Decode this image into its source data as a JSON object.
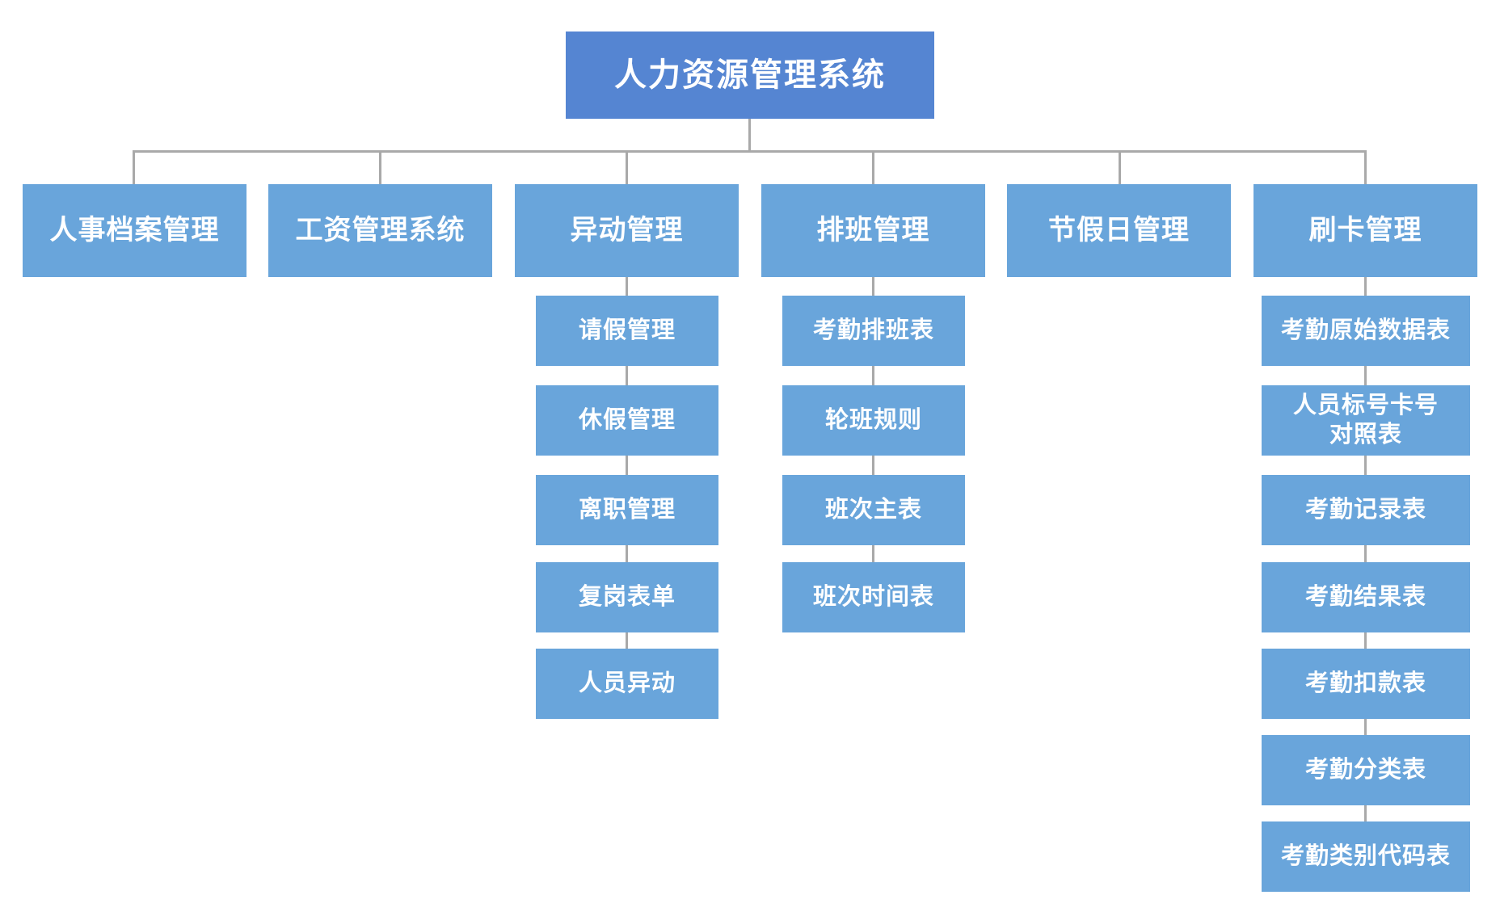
{
  "diagram": {
    "root_label": "人力资源管理系统",
    "level2": [
      "人事档案管理",
      "工资管理系统",
      "异动管理",
      "排班管理",
      "节假日管理",
      "刷卡管理"
    ],
    "transfer_children": [
      "请假管理",
      "休假管理",
      "离职管理",
      "复岗表单",
      "人员异动"
    ],
    "scheduling_children": [
      "考勤排班表",
      "轮班规则",
      "班次主表",
      "班次时间表"
    ],
    "card_children": [
      "考勤原始数据表",
      "人员标号卡号\n对照表",
      "考勤记录表",
      "考勤结果表",
      "考勤扣款表",
      "考勤分类表",
      "考勤类别代码表"
    ],
    "colors": {
      "root_fill": "#5585D2",
      "node_fill": "#69A5DB",
      "text": "#FFFFFF",
      "line": "#A9A9A9"
    }
  }
}
